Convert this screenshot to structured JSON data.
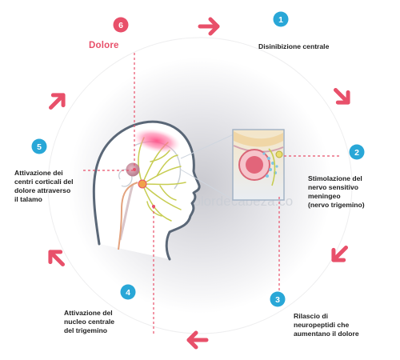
{
  "colors": {
    "accent": "#e8506a",
    "badge": "#29a7d7",
    "nerve": "#c7cd52",
    "head_outline": "#5a6777"
  },
  "pain_label": "Dolore",
  "watermark": "dolordecabeza.co",
  "steps": [
    {
      "num": "1",
      "text": "Disinibizione centrale"
    },
    {
      "num": "2",
      "text": "Stimolazione del\nnervo sensitivo\nmeningeo\n(nervo trigemino)"
    },
    {
      "num": "3",
      "text": "Rilascio di\nneuropeptidi che\naumentano il dolore"
    },
    {
      "num": "4",
      "text": "Attivazione del\nnucleo centrale\ndel trigemino"
    },
    {
      "num": "5",
      "text": "Attivazione dei\ncentri corticali del\ndolore attraverso\nil talamo"
    },
    {
      "num": "6",
      "text": ""
    }
  ],
  "arrows": [
    {
      "name": "arrow-right-top",
      "direction": "right"
    },
    {
      "name": "arrow-down-right-upper",
      "direction": "down-right"
    },
    {
      "name": "arrow-down-left-right",
      "direction": "down-left"
    },
    {
      "name": "arrow-left-bottom",
      "direction": "left"
    },
    {
      "name": "arrow-up-left-lower",
      "direction": "up-left"
    },
    {
      "name": "arrow-up-right-left",
      "direction": "up-right"
    }
  ]
}
